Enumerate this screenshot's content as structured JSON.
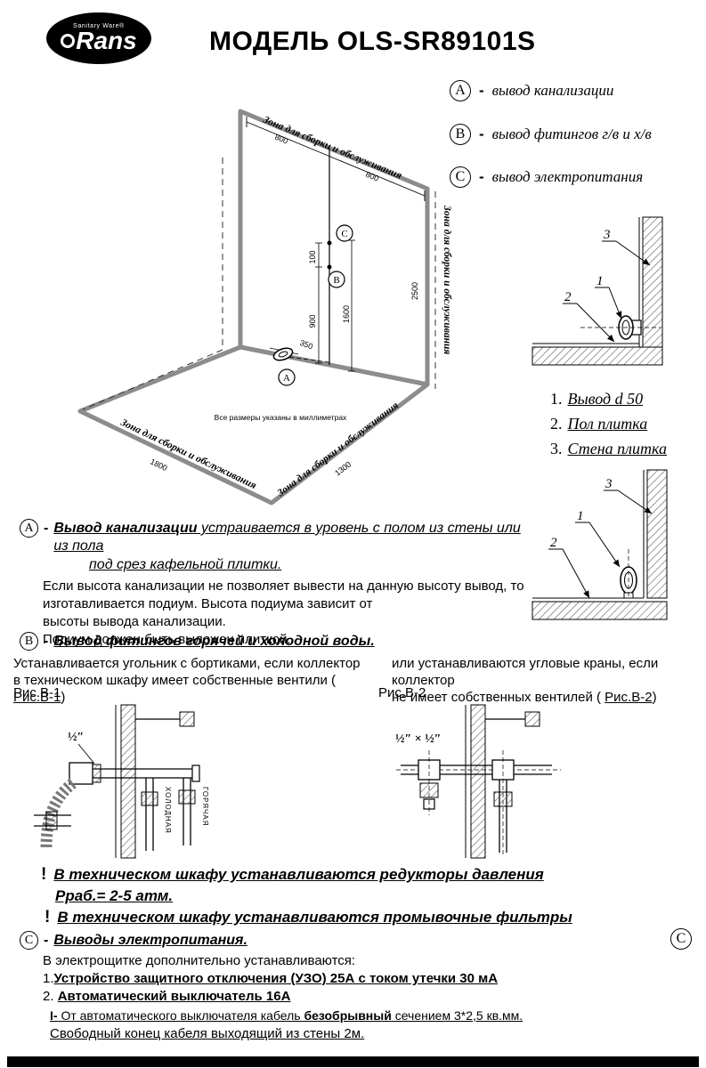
{
  "header": {
    "logo_text": "Rans",
    "logo_tagline": "Sanitary Ware®",
    "title": "МОДЕЛЬ OLS-SR89101S"
  },
  "legend": {
    "items": [
      {
        "letter": "A",
        "dash": "-",
        "text": "вывод канализации"
      },
      {
        "letter": "B",
        "dash": "-",
        "text": "вывод фитингов г/в и х/в"
      },
      {
        "letter": "C",
        "dash": "-",
        "text": "вывод электропитания"
      }
    ]
  },
  "iso": {
    "zone_top": "Зона для сборки и обслуживания",
    "zone_right": "Зона для сборки и обслуживания",
    "zone_floor_left": "Зона для сборки и обслуживания",
    "zone_floor_right": "Зона для сборки и обслуживания",
    "note": "Все размеры указаны в миллиметрах",
    "dim_800a": "800",
    "dim_800b": "800",
    "dim_2500": "2500",
    "dim_1600": "1600",
    "dim_900": "900",
    "dim_100": "100",
    "dim_350": "350",
    "dim_1800": "1800",
    "dim_1300": "1300",
    "pt_a": "A",
    "pt_b": "B",
    "pt_c": "C"
  },
  "detail1": {
    "n1": "1",
    "n2": "2",
    "n3": "3"
  },
  "detail2": {
    "n1": "1",
    "n2": "2",
    "n3": "3"
  },
  "detail_legend": [
    {
      "num": "1.",
      "text": "Вывод d 50"
    },
    {
      "num": "2.",
      "text": "Пол плитка"
    },
    {
      "num": "3.",
      "text": "Стена плитка"
    }
  ],
  "section_a": {
    "letter": "A",
    "dash": "-",
    "heading_bold": "Вывод канализации",
    "heading_rest": " устраивается в уровень с полом из стены или из пола",
    "heading_line2": "под срез кафельной плитки.",
    "body": [
      "Если высота канализации не позволяет вывести на данную высоту вывод, то",
      "изготавливается подиум. Высота подиума зависит от",
      "высоты вывода канализации.",
      "Подиум должен быть выложен плиткой."
    ]
  },
  "section_b": {
    "letter": "B",
    "dash": "-",
    "heading": "Вывод фитингов горячей и холодной воды.",
    "left_line1": "Устанавливается угольник с бортиками,  если коллектор",
    "left_line2_pre": "в техническом шкафу имеет собственные вентили ( ",
    "left_line2_link": "Рис.В-1",
    "left_line2_post": ")",
    "right_line1": "или  устанавливаются угловые краны, если коллектор",
    "right_line2_pre": "не имеет собственных вентилей ( ",
    "right_line2_link": "Рис.В-2",
    "right_line2_post": ")",
    "fig1_label": "Рис.В-1",
    "fig2_label": "Рис.В-2",
    "fig1_size": "½″",
    "fig2_size": "½″ × ½″",
    "pipe_cold": "ХОЛОДНАЯ",
    "pipe_hot": "ГОРЯЧАЯ"
  },
  "warnings": {
    "mark1": "!",
    "line1": "В техническом шкафу устанавливаются редукторы давления",
    "line2": "Рраб.= 2-5 атм.",
    "mark2": "!",
    "line3": "В техническом шкафу устанавливаются промывочные фильтры"
  },
  "section_c": {
    "letter": "C",
    "letter_right": "С",
    "dash": "-",
    "heading": "Выводы электропитания.",
    "intro": "В электрощитке дополнительно устанавливаются:",
    "item1_num": "1.",
    "item1": "Устройство защитного отключения (УЗО)  25А с током  утечки 30 мА",
    "item2_num": "2.",
    "item2": "Автоматический выключатель 16А",
    "note_mark": "I-",
    "note_pre": " От автоматического выключателя  кабель ",
    "note_bold": "безобрывный",
    "note_post": " сечением 3*2,5 кв.мм.",
    "note2": "Свободный конец кабеля выходящий из стены 2м."
  }
}
